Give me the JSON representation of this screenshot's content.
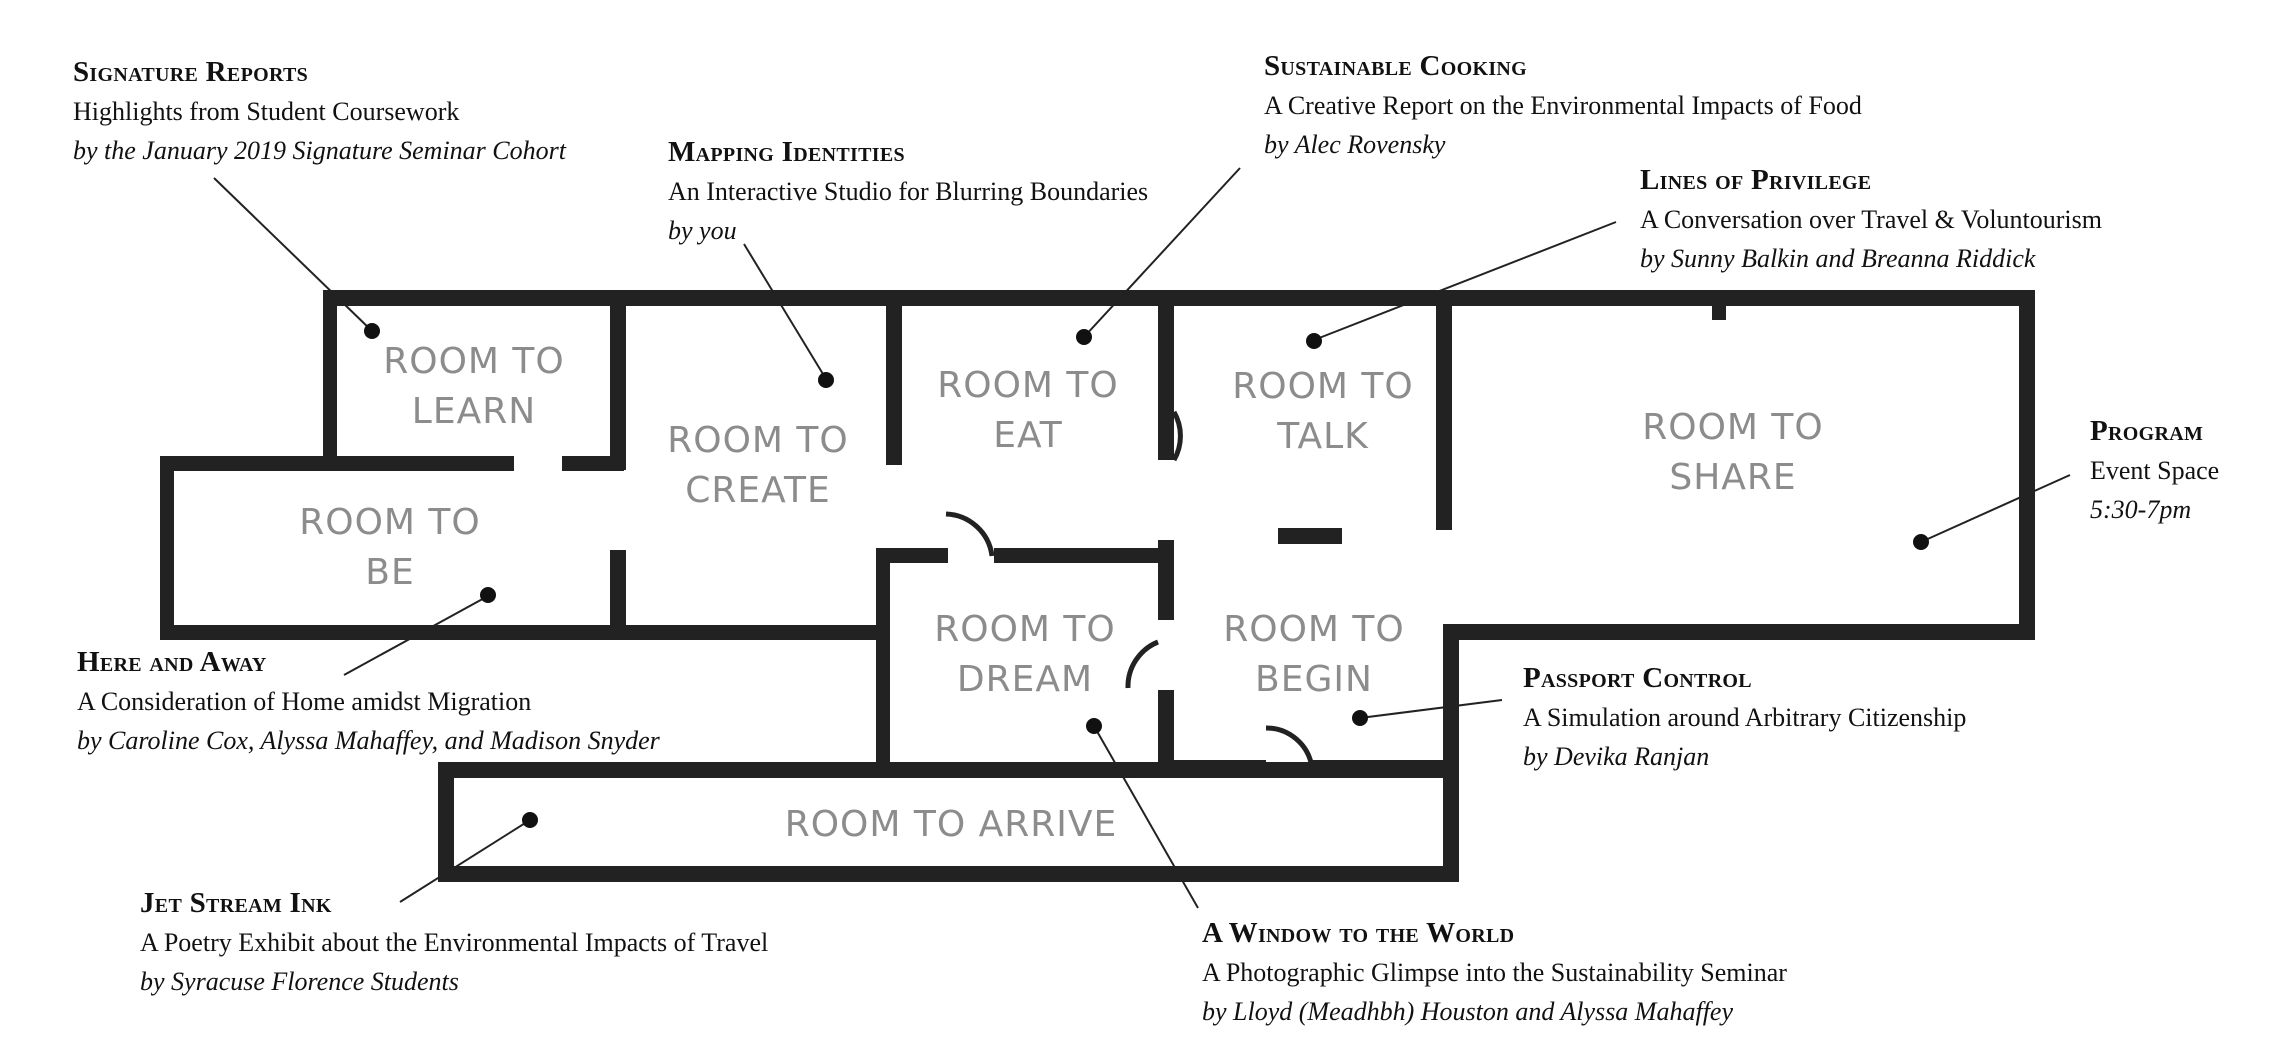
{
  "rooms": {
    "learn": {
      "line1": "ROOM TO",
      "line2": "LEARN"
    },
    "create": {
      "line1": "ROOM TO",
      "line2": "CREATE"
    },
    "eat": {
      "line1": "ROOM TO",
      "line2": "EAT"
    },
    "talk": {
      "line1": "ROOM TO",
      "line2": "TALK"
    },
    "share": {
      "line1": "ROOM TO",
      "line2": "SHARE"
    },
    "be": {
      "line1": "ROOM TO",
      "line2": "BE"
    },
    "dream": {
      "line1": "ROOM TO",
      "line2": "DREAM"
    },
    "begin": {
      "line1": "ROOM TO",
      "line2": "BEGIN"
    },
    "arrive": {
      "line1": "ROOM TO ARRIVE"
    }
  },
  "exhibits": {
    "signature_reports": {
      "title": "Signature Reports",
      "subtitle": "Highlights from Student Coursework",
      "by": "by the January 2019 Signature Seminar Cohort"
    },
    "mapping_identities": {
      "title": "Mapping Identities",
      "subtitle": "An Interactive Studio for Blurring Boundaries",
      "by": "by you"
    },
    "sustainable_cooking": {
      "title": "Sustainable Cooking",
      "subtitle": "A Creative Report on the Environmental Impacts of Food",
      "by": "by Alec Rovensky"
    },
    "lines_of_privilege": {
      "title": "Lines of Privilege",
      "subtitle": "A Conversation over Travel & Voluntourism",
      "by": "by Sunny Balkin and Breanna Riddick"
    },
    "program": {
      "title": "Program",
      "subtitle": "Event Space",
      "by": "5:30-7pm"
    },
    "here_and_away": {
      "title": "Here and Away",
      "subtitle": "A Consideration of Home amidst Migration",
      "by": "by Caroline Cox, Alyssa Mahaffey, and Madison Snyder"
    },
    "passport_control": {
      "title": "Passport Control",
      "subtitle": "A Simulation around Arbitrary Citizenship",
      "by": "by Devika Ranjan"
    },
    "jet_stream_ink": {
      "title": "Jet Stream Ink",
      "subtitle": "A Poetry Exhibit about the Environmental Impacts of Travel",
      "by": "by Syracuse Florence Students"
    },
    "window_to_the_world": {
      "title": "A Window to the World",
      "subtitle": "A Photographic Glimpse into the Sustainability Seminar",
      "by": "by Lloyd (Meadhbh) Houston and Alyssa Mahaffey"
    }
  },
  "colors": {
    "wall": "#222222",
    "room_label": "#8c8c8c",
    "text": "#111111",
    "background": "#ffffff"
  }
}
